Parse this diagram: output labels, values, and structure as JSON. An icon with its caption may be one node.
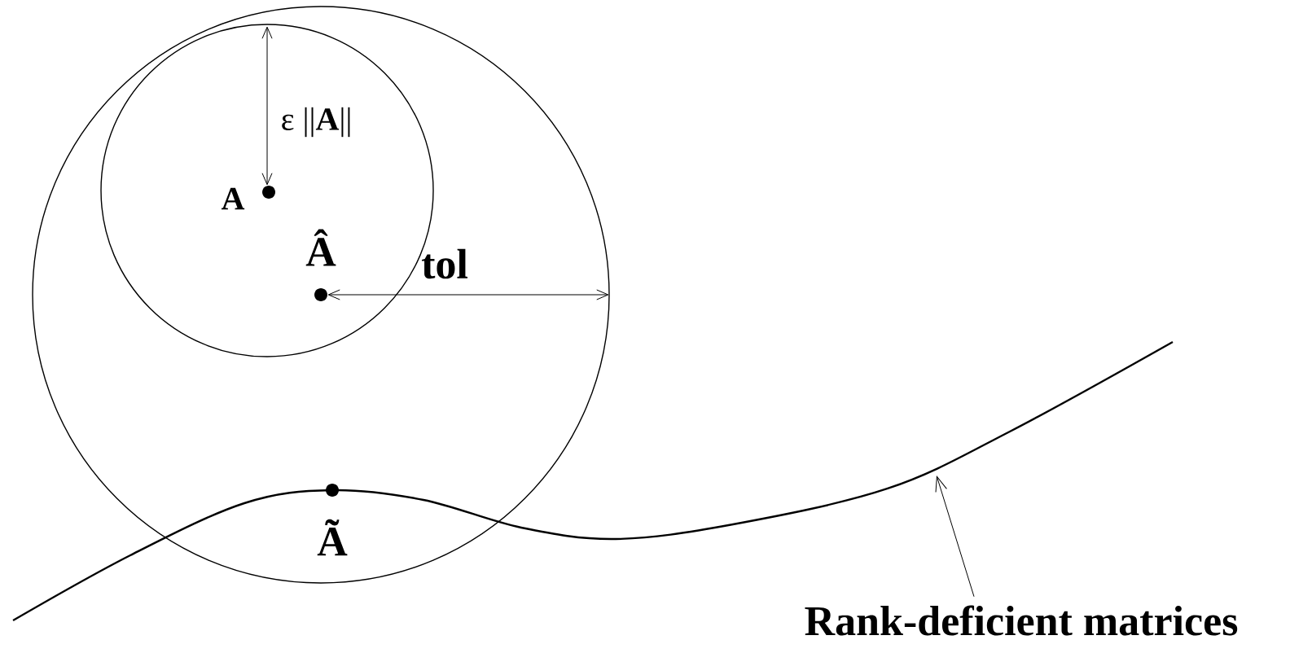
{
  "diagram": {
    "nodes": [
      {
        "text": [
          "Rank-deficient matrices"
        ]
      },
      {
        "text": [],
        "shape": "curve"
      }
    ],
    "edges": [
      {
        "from": 0,
        "to": 1,
        "arrow": "to"
      }
    ],
    "labels": [
      "ε ||**A**||",
      "A",
      "Â",
      "tol",
      "Ã"
    ]
  }
}
